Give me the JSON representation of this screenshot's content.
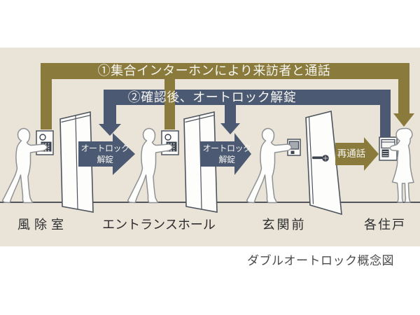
{
  "colors": {
    "olive": "#8a7b3c",
    "navy": "#4b5a72",
    "beige": "#e9e4d7",
    "floor-line": "#54555b",
    "outline": "#4d545e",
    "person-outline": "#8f9295",
    "device-dark": "#3d4450",
    "label-text": "#2c2c2e",
    "caption-text": "#4b4b4b",
    "banner-text": "#f7f6f2"
  },
  "banners": {
    "step1": {
      "label": "①集合インターホンにより来訪者と通話"
    },
    "step2": {
      "label": "②確認後、オートロック解錠"
    }
  },
  "arrows": {
    "unlock1": {
      "lines": [
        "オートロック",
        "解錠"
      ]
    },
    "unlock2": {
      "lines": [
        "オートロック",
        "解錠"
      ]
    },
    "recall": {
      "label": "再通話"
    }
  },
  "stations": [
    {
      "label": "風除室"
    },
    {
      "label": "エントランスホール"
    },
    {
      "label": "玄関前"
    },
    {
      "label": "各住戸"
    }
  ],
  "caption": "ダブルオートロック概念図"
}
